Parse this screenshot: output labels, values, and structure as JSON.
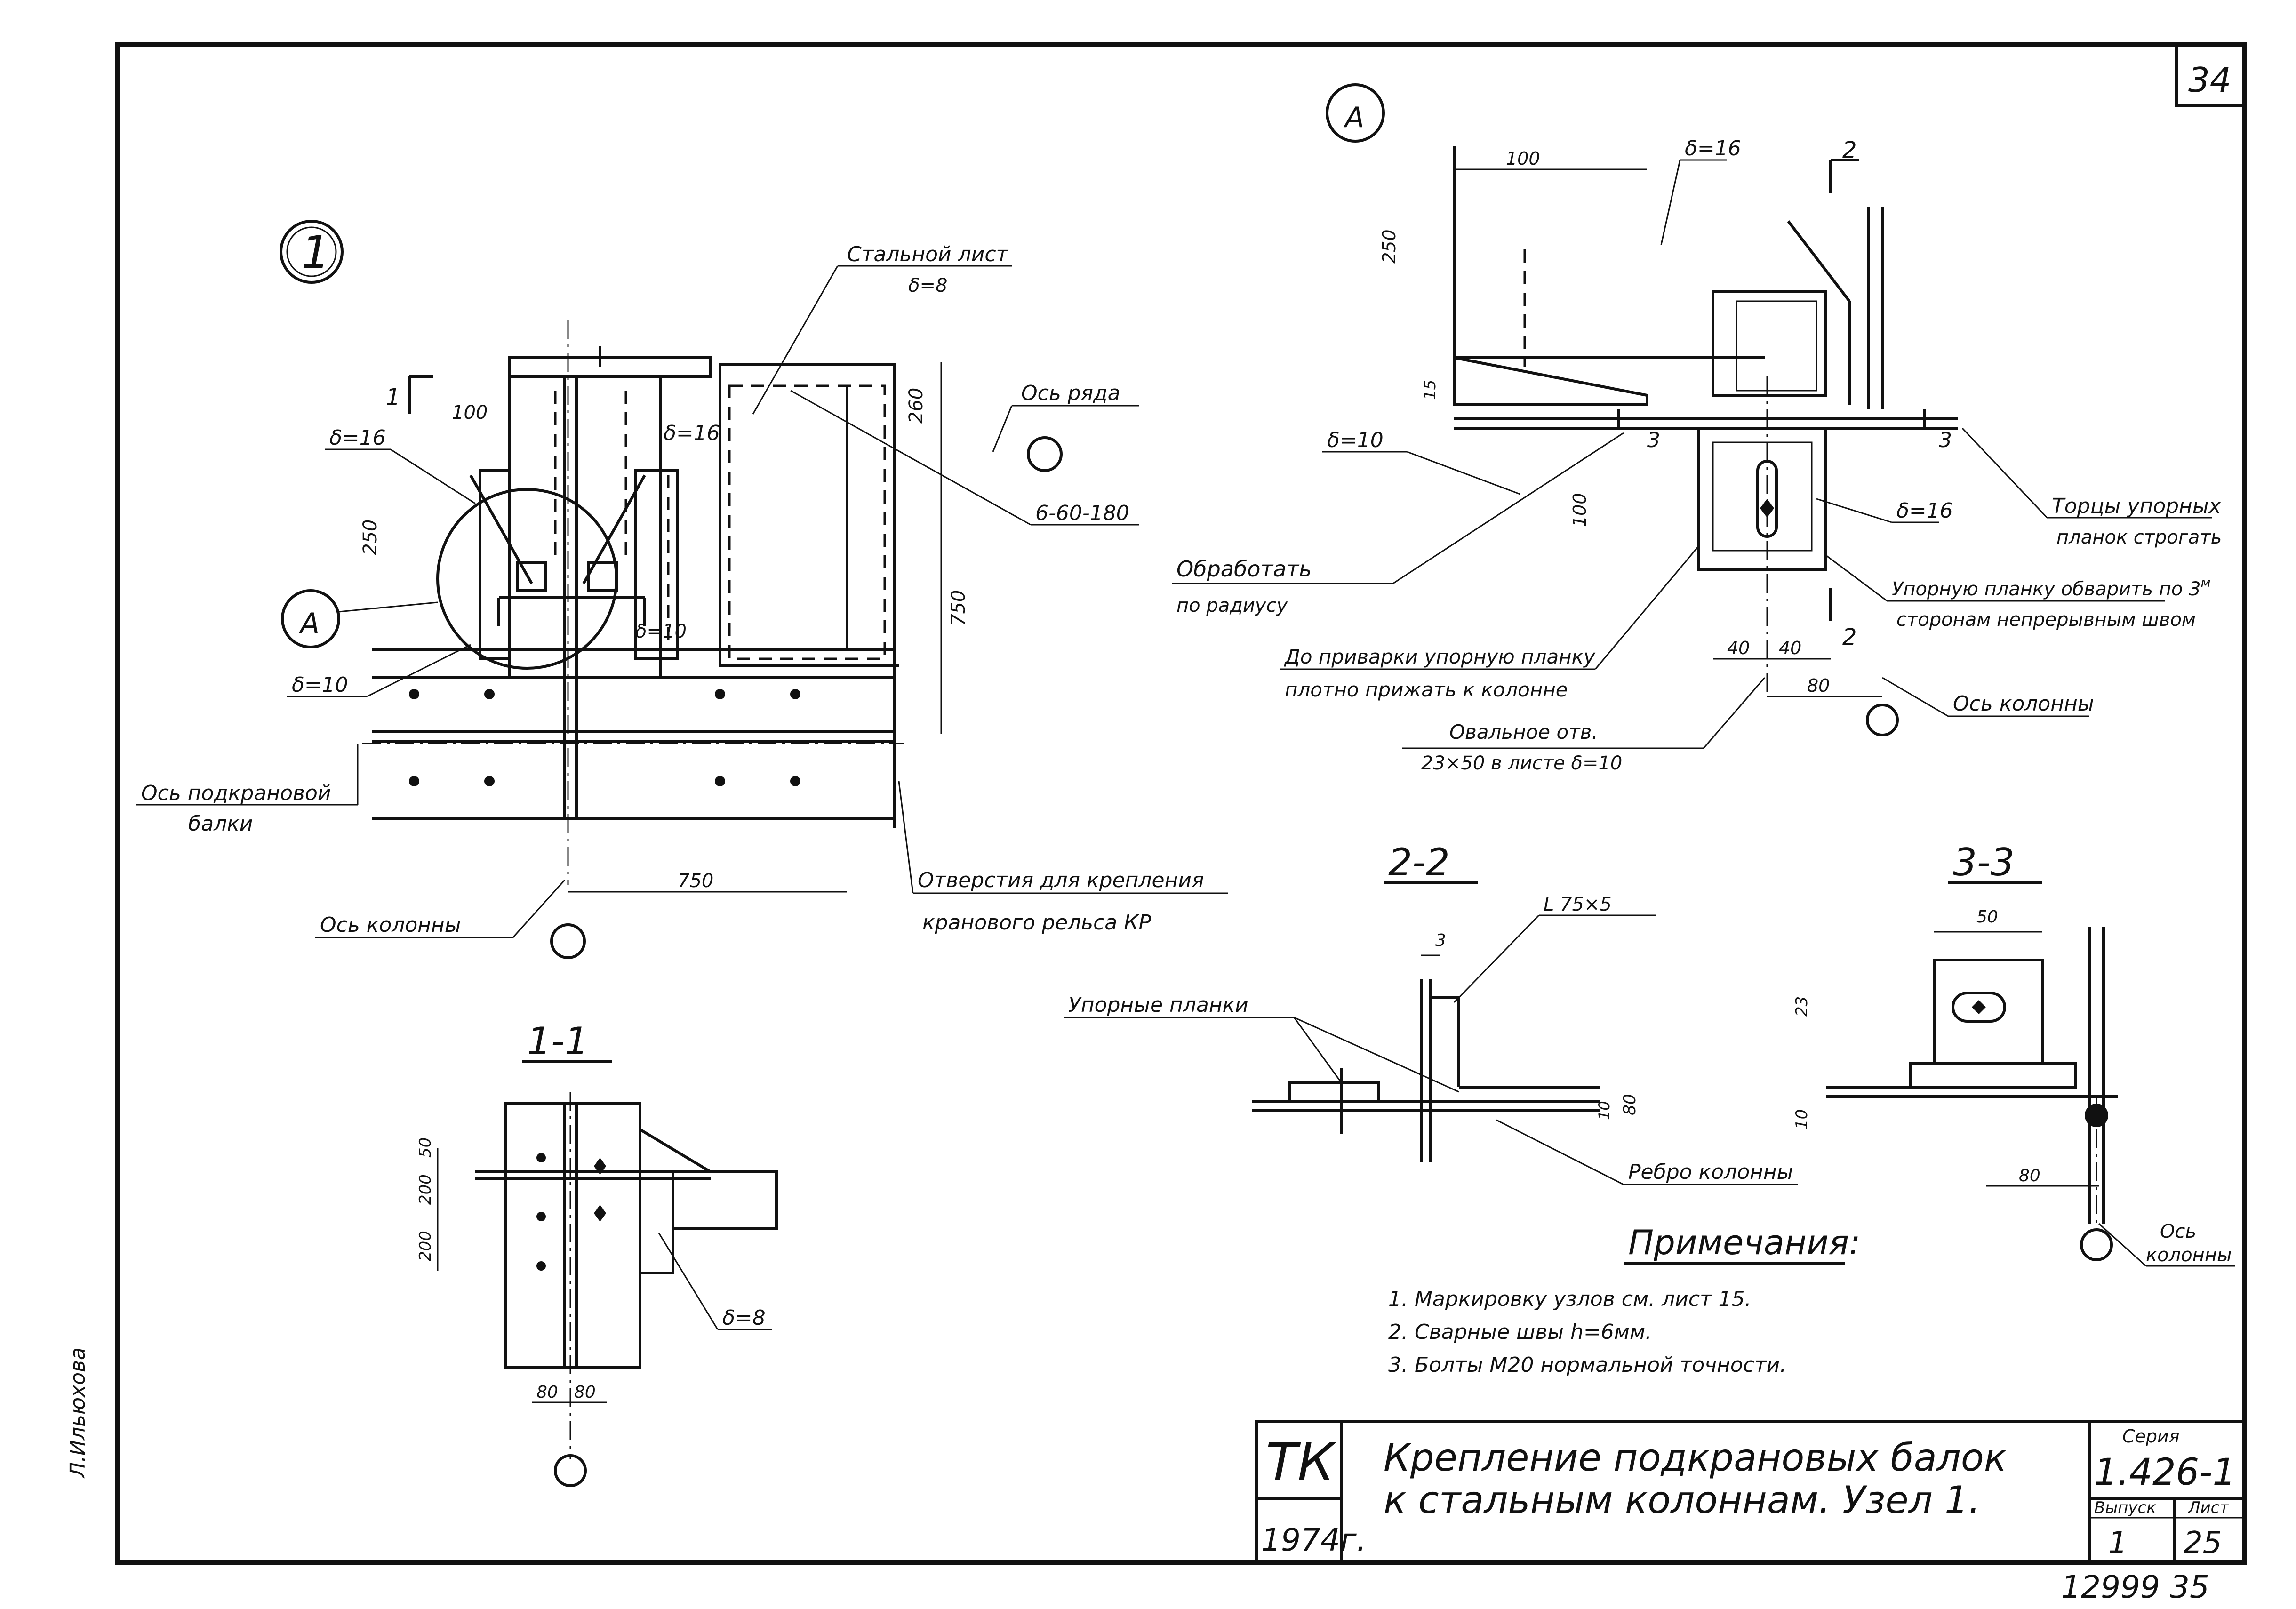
{
  "sheet_number": "34",
  "details": {
    "node1": {
      "label": "1",
      "callout_A": "A"
    },
    "viewA": {
      "label": "A"
    },
    "sec11": {
      "title": "1-1"
    },
    "sec22": {
      "title": "2-2"
    },
    "sec33": {
      "title": "3-3"
    }
  },
  "node1_labels": {
    "steel_sheet_a": "Стальной лист",
    "steel_sheet_b": "δ=8",
    "row_axis": "Ось ряда",
    "plate_16": "δ=16",
    "plate_16b": "δ=16",
    "plate_10": "δ=10",
    "plate_10b": "δ=10",
    "bolts_spec": "6-60-180",
    "crane_beam_axis_a": "Ось подкрановой",
    "crane_beam_axis_b": "балки",
    "column_axis": "Ось колонны",
    "rail_holes_a": "Отверстия для крепления",
    "rail_holes_b": "кранового рельса КР",
    "dims": {
      "d100": "100",
      "d260": "260",
      "d250": "250",
      "d750v": "750",
      "d750h": "750"
    },
    "section_mark": "1"
  },
  "viewA_labels": {
    "plate_16": "δ=16",
    "plate_10": "δ=10",
    "section_mark_2": "2",
    "section_mark_3": "3",
    "machine_a": "Обработать",
    "machine_b": "по радиусу",
    "stop_faces_a": "Торцы упорных",
    "stop_faces_b": "планок строгать",
    "stop_plate_16": "δ=16",
    "weld_a": "Упорную планку обварить по 3",
    "weld_sup": "м",
    "weld_b": "сторонам непрерывным швом",
    "press_a": "До приварки упорную планку",
    "press_b": "плотно прижать к колонне",
    "oval_a": "Овальное отв.",
    "oval_b": "23×50 в листе δ=10",
    "column_axis": "Ось колонны",
    "dims": {
      "d100": "100",
      "d250": "250",
      "d15": "15",
      "d100v": "100",
      "d40a": "40",
      "d40b": "40",
      "d80": "80"
    }
  },
  "sec11_labels": {
    "plate_8": "δ=8",
    "dims": {
      "d50": "50",
      "d200a": "200",
      "d200b": "200",
      "d80a": "80",
      "d80b": "80"
    }
  },
  "sec22_labels": {
    "angle": "L 75×5",
    "stop_plates": "Упорные планки",
    "column_rib": "Ребро колонны",
    "dims": {
      "d3": "3",
      "d10": "10",
      "d80": "80"
    }
  },
  "sec33_labels": {
    "column_axis_a": "Ось",
    "column_axis_b": "колонны",
    "dims": {
      "d50": "50",
      "d23": "23",
      "d10": "10",
      "d80": "80"
    }
  },
  "notes": {
    "title": "Примечания:",
    "items": [
      "1.  Маркировку  узлов  см.  лист  15.",
      "2.  Сварные   швы   h=6мм.",
      "3.  Болты   М20   нормальной   точности."
    ]
  },
  "title_block": {
    "org": "ТК",
    "year": "1974г.",
    "title_line1": "Крепление  подкрановых  балок",
    "title_line2": "к  стальным  колоннам.  Узел 1.",
    "series_label": "Серия",
    "series_value": "1.426-1",
    "issue_label": "Выпуск",
    "issue_value": "1",
    "sheet_label": "Лист",
    "sheet_value": "25"
  },
  "margin_signature": "Л.Ильюхова",
  "bottom_numbers": "12999  35"
}
